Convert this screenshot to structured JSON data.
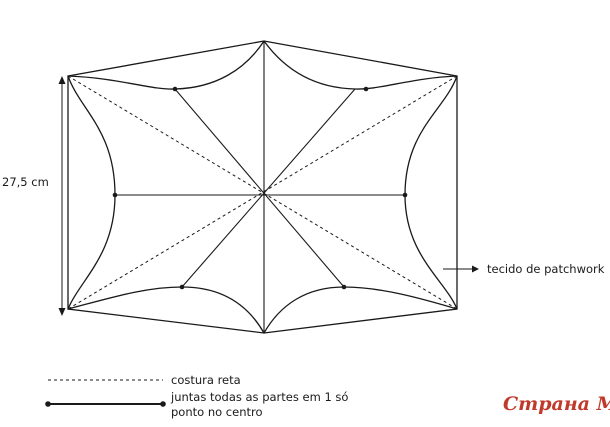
{
  "dimension_label": "27,5 cm",
  "fabric_label": "tecido de patchwork",
  "legend": {
    "dashed": "costura reta",
    "solid_line1": "juntas todas as partes em 1 só",
    "solid_line2": "ponto no centro"
  },
  "watermark": {
    "brand": "Страна Мам"
  },
  "colors": {
    "line": "#1a1a1a",
    "watermark": "#c0392b"
  }
}
